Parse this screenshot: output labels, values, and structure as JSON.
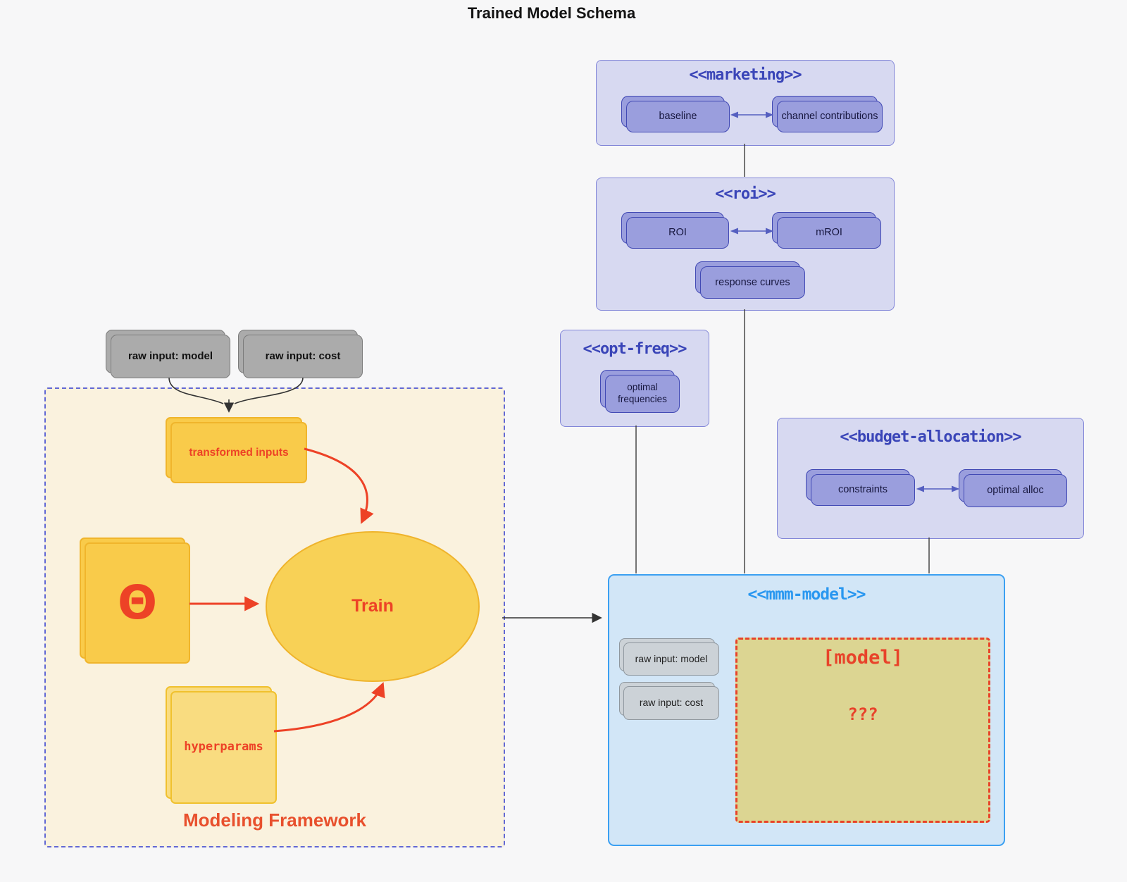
{
  "title": "Trained Model Schema",
  "external_inputs": {
    "raw_model": "raw input: model",
    "raw_cost": "raw input: cost"
  },
  "marketing": {
    "title": "<<marketing>>",
    "baseline": "baseline",
    "channel_contributions": "channel contributions"
  },
  "roi": {
    "title": "<<roi>>",
    "roi": "ROI",
    "mroi": "mROI",
    "response_curves": "response curves"
  },
  "opt_freq": {
    "title": "<<opt-freq>>",
    "optimal_frequencies": "optimal frequencies"
  },
  "budget_allocation": {
    "title": "<<budget-allocation>>",
    "constraints": "constraints",
    "optimal_alloc": "optimal alloc"
  },
  "mmm_model": {
    "title": "<<mmm-model>>",
    "raw_model": "raw input: model",
    "raw_cost": "raw input: cost",
    "model_label": "[model]",
    "model_placeholder": "???"
  },
  "framework": {
    "label": "Modeling Framework",
    "transformed_inputs": "transformed inputs",
    "theta": "Θ",
    "train": "Train",
    "hyperparams": "hyperparams"
  },
  "colors": {
    "background": "#f7f7f8",
    "purple_group_fill": "#d7d9f1",
    "purple_node_fill": "#9a9edd",
    "purple_border": "#4149b4",
    "purple_title_text": "#3a45b8",
    "blue_group_fill": "#d2e6f7",
    "blue_border": "#3ba0f2",
    "blue_title_text": "#2997f0",
    "framework_fill": "#faf2de",
    "framework_border": "#6268d4",
    "gold_fill": "#f9cb4a",
    "gold_border": "#f0b52c",
    "khaki_fill": "#dcd592",
    "red_accent": "#e8432a",
    "gray_node_fill": "#ababab",
    "gray_light_node_fill": "#ccd2d7",
    "edge_dark": "#3c3c3c",
    "edge_purple": "#555fc0"
  }
}
